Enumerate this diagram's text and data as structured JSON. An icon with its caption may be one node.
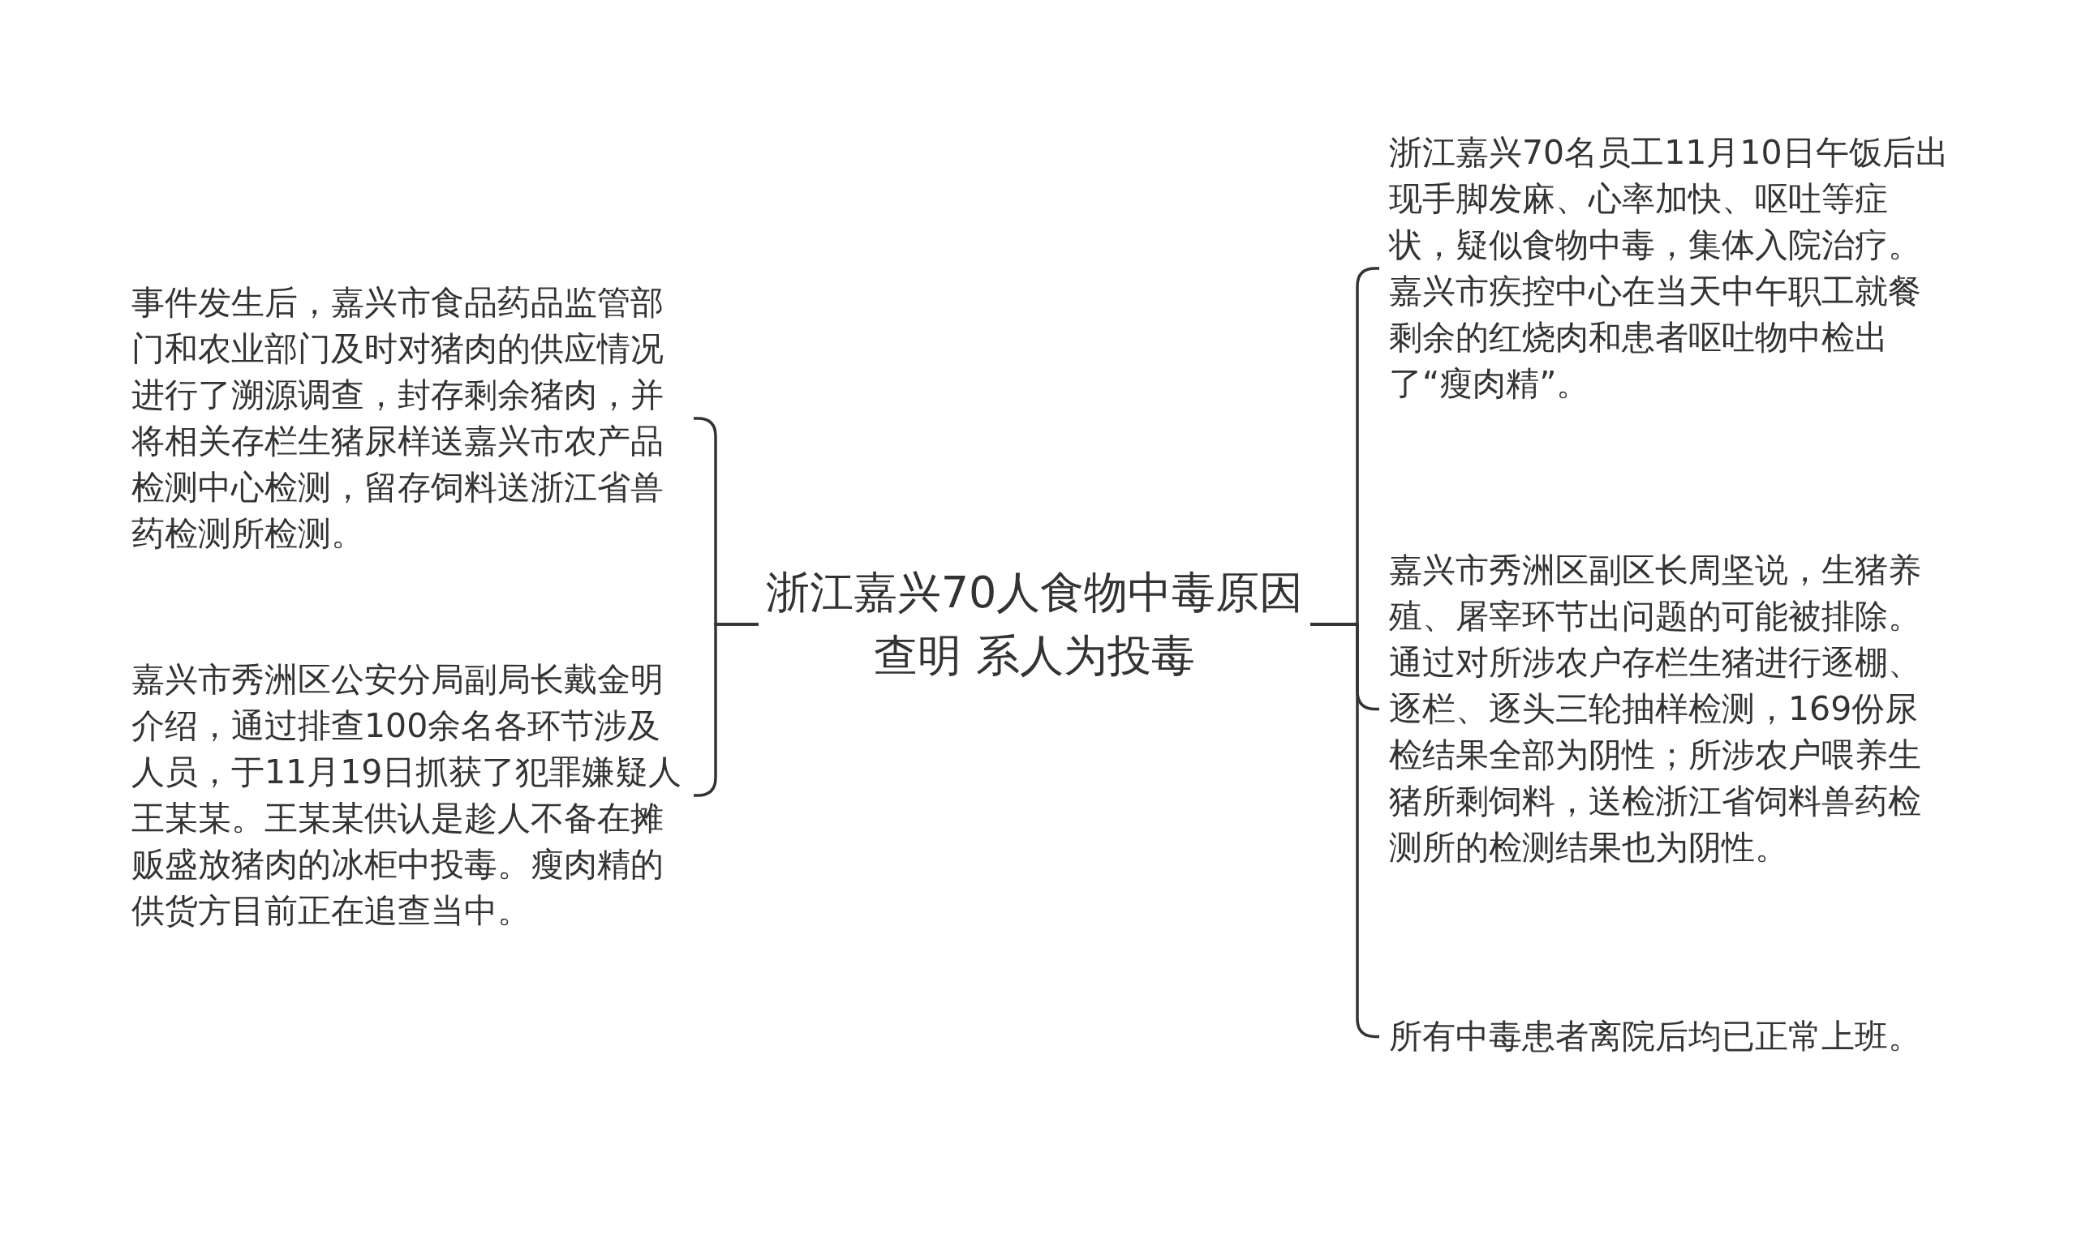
{
  "diagram": {
    "nodes": [
      {
        "text": [
          "浙江嘉兴70人食物中毒原因查明 系人为投毒"
        ]
      },
      {
        "text": [
          "事件发生后，嘉兴市食品药品监管部门和农业部门及时对猪肉的供应情况进行了溯源调查，封存剩余猪肉，并将相关存栏生猪尿样送嘉兴市农产品检测中心检测，留存饲料送浙江省兽药检测所检测。"
        ]
      },
      {
        "text": [
          "嘉兴市秀洲区公安分局副局长戴金明介绍，通过排查100余名各环节涉及人员，于11月19日抓获了犯罪嫌疑人王某某。王某某供认是趁人不备在摊贩盛放猪肉的冰柜中投毒。瘦肉精的供货方目前正在追查当中。"
        ]
      },
      {
        "text": [
          "浙江嘉兴70名员工11月10日午饭后出现手脚发麻、心率加快、呕吐等症状，疑似食物中毒，集体入院治疗。嘉兴市疾控中心在当天中午职工就餐剩余的红烧肉和患者呕吐物中检出了“瘦肉精”。"
        ]
      },
      {
        "text": [
          "嘉兴市秀洲区副区长周坚说，生猪养殖、屠宰环节出问题的可能被排除。通过对所涉农户存栏生猪进行逐棚、逐栏、逐头三轮抽样检测，169份尿检结果全部为阴性；所涉农户喂养生猪所剩饲料，送检浙江省饲料兽药检测所的检测结果也为阴性。"
        ]
      },
      {
        "text": [
          "所有中毒患者离院后均已正常上班。"
        ]
      }
    ],
    "edges": [
      {
        "from": 0,
        "to": 1,
        "arrow": "none"
      },
      {
        "from": 0,
        "to": 2,
        "arrow": "none"
      },
      {
        "from": 0,
        "to": 3,
        "arrow": "none"
      },
      {
        "from": 0,
        "to": 4,
        "arrow": "none"
      },
      {
        "from": 0,
        "to": 5,
        "arrow": "none"
      }
    ]
  }
}
